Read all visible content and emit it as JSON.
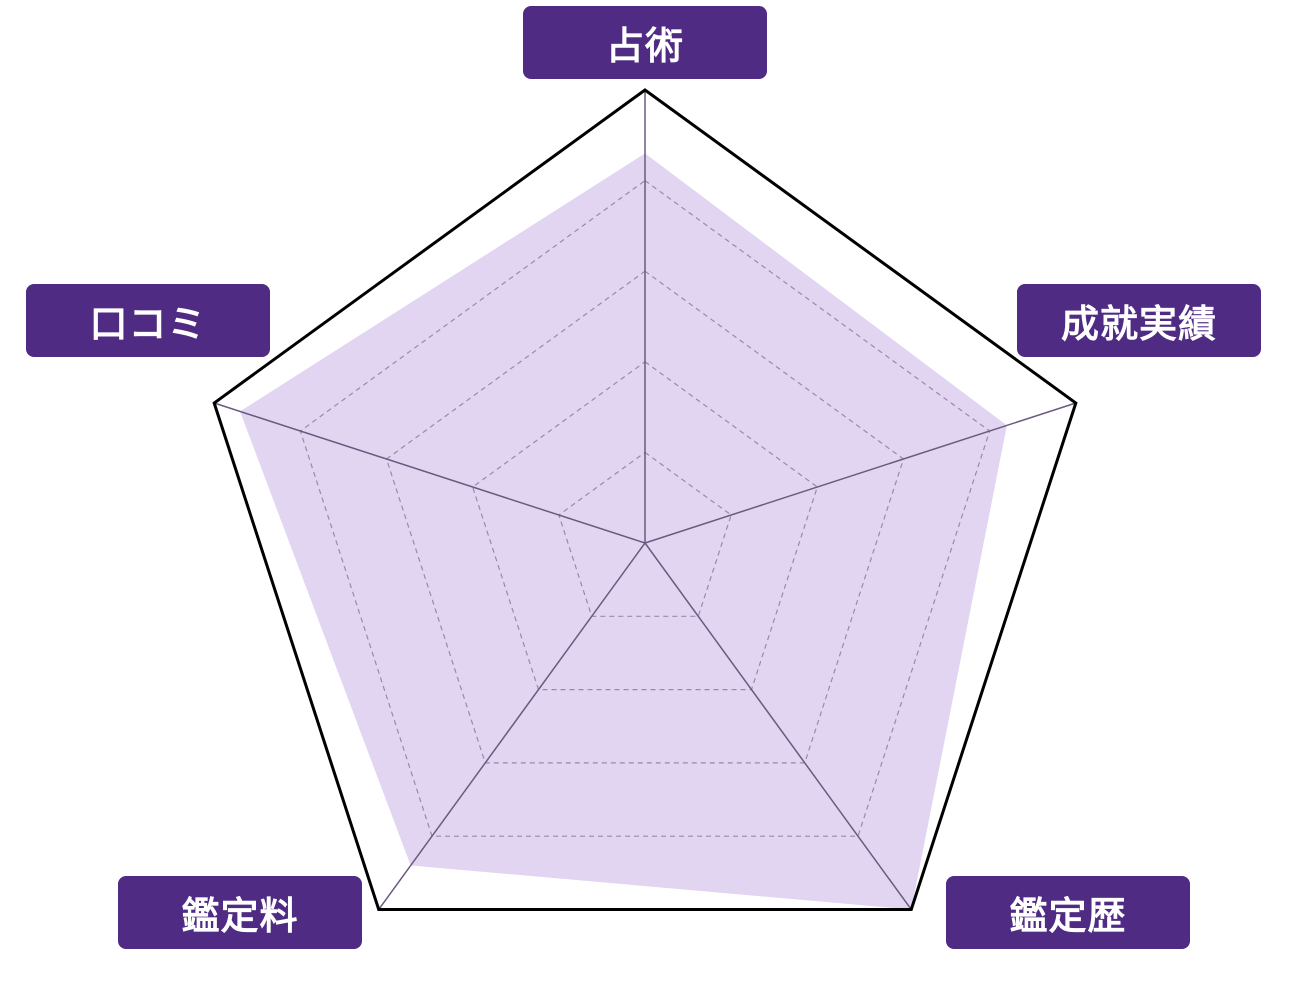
{
  "chart_data": {
    "type": "radar",
    "categories": [
      "占術",
      "成就実績",
      "鑑定歴",
      "鑑定料",
      "口コミ"
    ],
    "values": [
      4.3,
      4.2,
      5.0,
      4.4,
      4.7
    ],
    "range": [
      0,
      5
    ],
    "grid_levels": [
      0.2,
      0.4,
      0.6,
      0.8,
      1.0
    ],
    "grid": true,
    "colors": {
      "label_bg": "#4f2b84",
      "fill": "#e2d5f2",
      "outline": "#000000",
      "spoke": "#6b5a80",
      "grid": "#9a8aa8"
    }
  }
}
